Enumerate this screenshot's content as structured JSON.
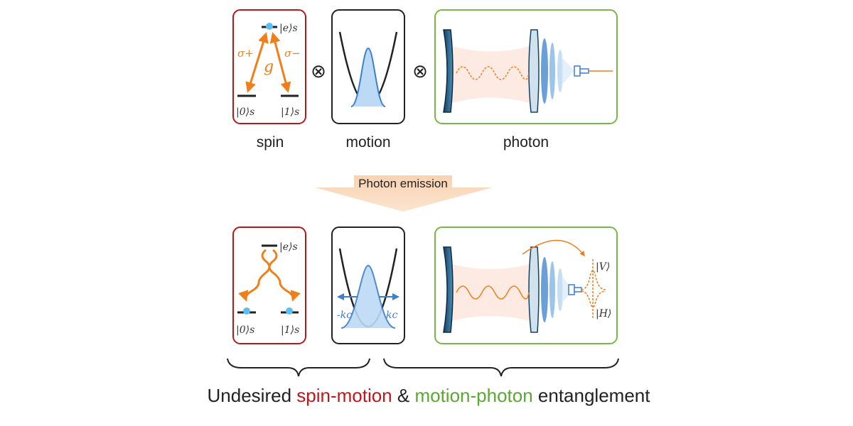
{
  "top": {
    "spin_label": "spin",
    "motion_label": "motion",
    "photon_label": "photon",
    "excited_state": "|e⟩s",
    "ground0": "|0⟩s",
    "ground1": "|1⟩s",
    "sigma_plus": "σ+",
    "sigma_minus": "σ−",
    "coupling": "g",
    "tensor_symbol": "⊗"
  },
  "arrow": {
    "label": "Photon emission"
  },
  "bottom": {
    "excited_state": "|e⟩s",
    "ground0": "|0⟩s",
    "ground1": "|1⟩s",
    "kc_minus": "-kc",
    "kc_plus": "kc",
    "pol_v": "|V⟩",
    "pol_h": "|H⟩"
  },
  "caption": {
    "part1": "Undesired ",
    "part2": "spin-motion",
    "part3": " & ",
    "part4": "motion-photon",
    "part5": " entanglement"
  },
  "colors": {
    "spin_box": "#b31b1b",
    "motion_box": "#222222",
    "photon_box": "#7ab648",
    "orange": "#f07f1a",
    "blue": "#3b7fd0",
    "light_blue": "#a9d0f5",
    "arrow_fill": "#f8c8a0",
    "caption_red": "#c0171b",
    "caption_green": "#5aa832"
  }
}
